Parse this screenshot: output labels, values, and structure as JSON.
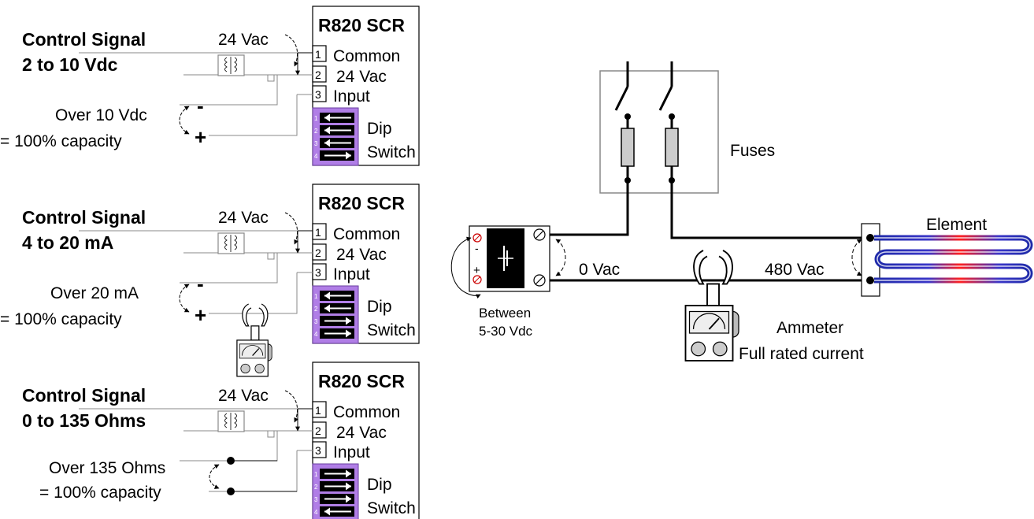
{
  "panels": [
    {
      "title_line1": "Control Signal",
      "title_line2": "2 to 10 Vdc",
      "transformer_label": "24 Vac",
      "scr_title": "R820 SCR",
      "terminals": [
        {
          "num": "1",
          "label": "Common"
        },
        {
          "num": "2",
          "label": "24 Vac"
        },
        {
          "num": "3",
          "label": "Input"
        }
      ],
      "signal_minus": "-",
      "signal_plus": "+",
      "note_line1": "Over 10 Vdc",
      "note_line2": "= 100% capacity",
      "dip_line1": "Dip",
      "dip_line2": "Switch",
      "dip_positions": [
        "1",
        "2",
        "3",
        "4"
      ],
      "dip_arrows": [
        "left",
        "left",
        "left",
        "right"
      ]
    },
    {
      "title_line1": "Control Signal",
      "title_line2": "4 to 20 mA",
      "transformer_label": "24 Vac",
      "scr_title": "R820 SCR",
      "terminals": [
        {
          "num": "1",
          "label": "Common"
        },
        {
          "num": "2",
          "label": "24 Vac"
        },
        {
          "num": "3",
          "label": "Input"
        }
      ],
      "signal_minus": "-",
      "signal_plus": "+",
      "note_line1": "Over 20 mA",
      "note_line2": "= 100% capacity",
      "dip_line1": "Dip",
      "dip_line2": "Switch",
      "dip_positions": [
        "1",
        "2",
        "3",
        "4"
      ],
      "dip_arrows": [
        "left",
        "left",
        "right",
        "right"
      ]
    },
    {
      "title_line1": "Control Signal",
      "title_line2": "0 to 135 Ohms",
      "transformer_label": "24 Vac",
      "scr_title": "R820 SCR",
      "terminals": [
        {
          "num": "1",
          "label": "Common"
        },
        {
          "num": "2",
          "label": "24 Vac"
        },
        {
          "num": "3",
          "label": "Input"
        }
      ],
      "note_line1": "Over 135 Ohms",
      "note_line2": "= 100% capacity",
      "dip_line1": "Dip",
      "dip_line2": "Switch",
      "dip_positions": [
        "1",
        "2",
        "3",
        "4"
      ],
      "dip_arrows": [
        "right",
        "right",
        "right",
        "left"
      ]
    }
  ],
  "power": {
    "fuses_label": "Fuses",
    "element_label": "Element",
    "v_scr": "0 Vac",
    "v_element": "480 Vac",
    "scr_input_line1": "Between",
    "scr_input_line2": "5-30 Vdc",
    "scr_input_minus": "-",
    "scr_input_plus": "+",
    "ammeter_line1": "Ammeter",
    "ammeter_line2": "Full rated current"
  },
  "colors": {
    "dip_background": "#b07ee6",
    "dip_switch": "#000000",
    "fuse_fill": "#cccccc",
    "element_blue": "#1e2aa8",
    "element_red": "#ff2020",
    "terminal_red": "#cc0000"
  }
}
